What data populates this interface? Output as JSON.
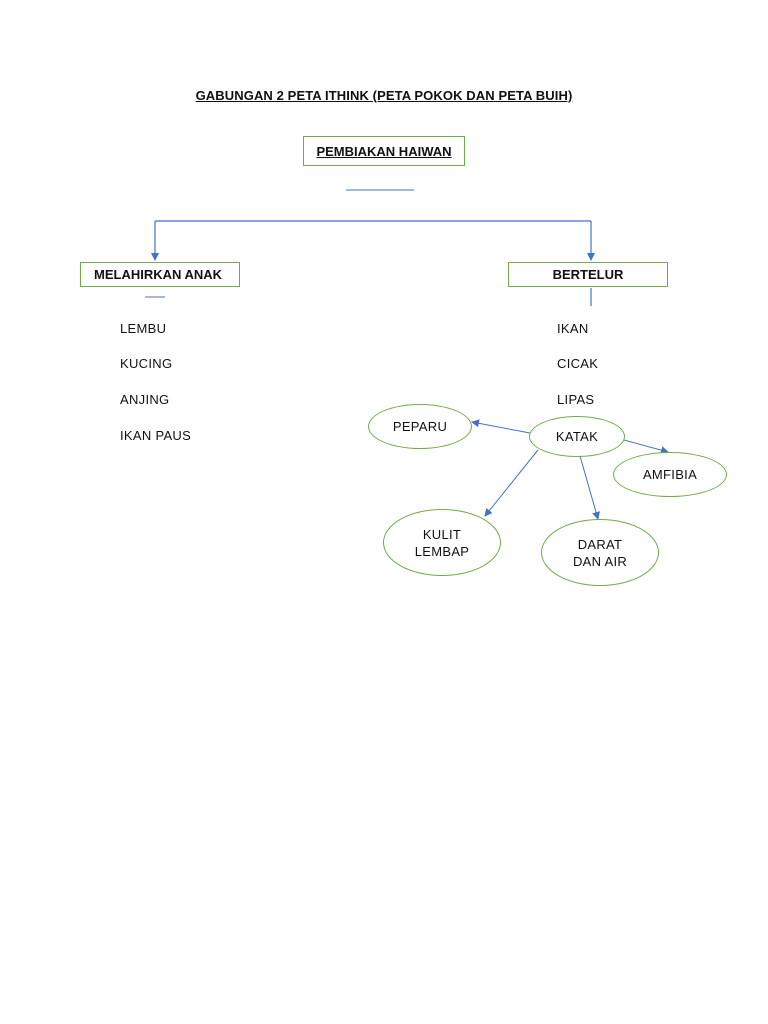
{
  "title": "GABUNGAN 2 PETA ITHINK (PETA POKOK DAN PETA BUIH)",
  "tree_map": {
    "root": "PEMBIAKAN HAIWAN",
    "branches": [
      {
        "label": "MELAHIRKAN ANAK",
        "items": [
          "LEMBU",
          "KUCING",
          "ANJING",
          "IKAN PAUS"
        ]
      },
      {
        "label": "BERTELUR",
        "items": [
          "IKAN",
          "CICAK",
          "LIPAS"
        ]
      }
    ]
  },
  "bubble_map": {
    "center": "KATAK",
    "bubbles": [
      {
        "line1": "PEPARU",
        "line2": ""
      },
      {
        "line1": "AMFIBIA",
        "line2": ""
      },
      {
        "line1": "KULIT",
        "line2": "LEMBAP"
      },
      {
        "line1": "DARAT",
        "line2": "DAN AIR"
      }
    ]
  },
  "colors": {
    "box_border": "#70ad47",
    "connector": "#4472c4"
  }
}
